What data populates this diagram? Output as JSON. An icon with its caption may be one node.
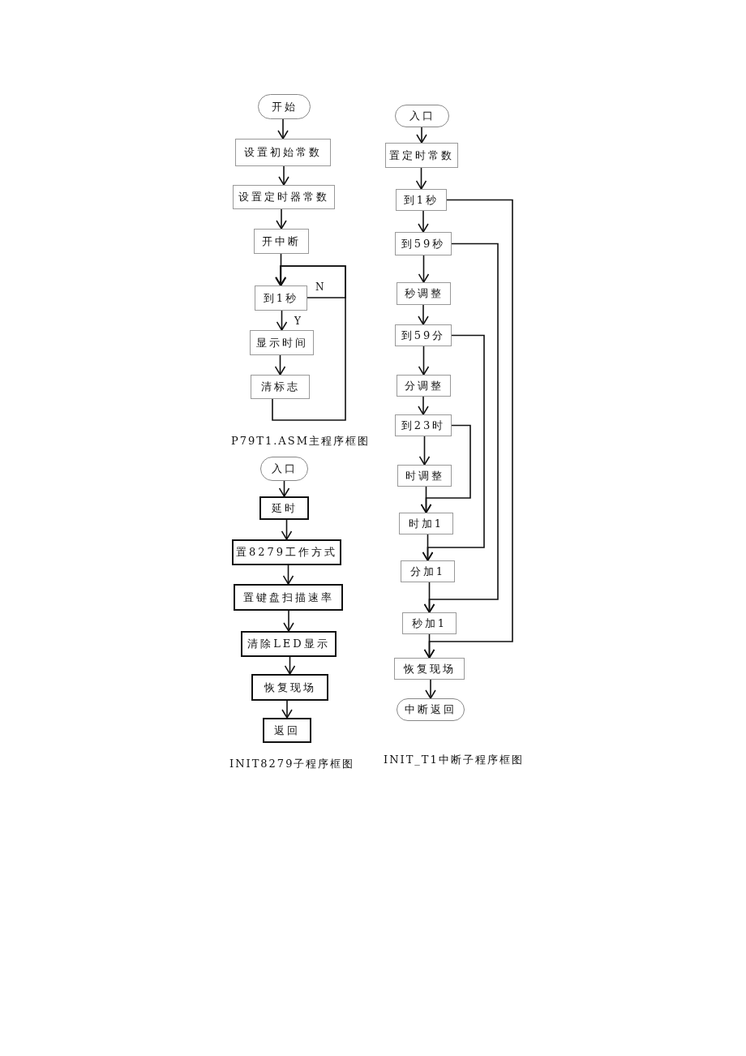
{
  "diagram": {
    "nodes": [
      {
        "text": [
          "开始"
        ]
      },
      {
        "text": [
          "设置初始常数"
        ]
      },
      {
        "text": [
          "设置定时器常数"
        ]
      },
      {
        "text": [
          "开中断"
        ]
      },
      {
        "text": [
          "到1秒"
        ]
      },
      {
        "text": [
          "显示时间"
        ]
      },
      {
        "text": [
          "清标志"
        ]
      },
      {
        "text": [
          "入口"
        ]
      },
      {
        "text": [
          "延时"
        ]
      },
      {
        "text": [
          "置8279工作方式"
        ]
      },
      {
        "text": [
          "置键盘扫描速率"
        ]
      },
      {
        "text": [
          "清除LED显示"
        ]
      },
      {
        "text": [
          "恢复现场"
        ]
      },
      {
        "text": [
          "返回"
        ]
      },
      {
        "text": [
          "入口"
        ]
      },
      {
        "text": [
          "置定时常数"
        ]
      },
      {
        "text": [
          "到1秒"
        ]
      },
      {
        "text": [
          "到59秒"
        ]
      },
      {
        "text": [
          "秒调整"
        ]
      },
      {
        "text": [
          "到59分"
        ]
      },
      {
        "text": [
          "分调整"
        ]
      },
      {
        "text": [
          "到23时"
        ]
      },
      {
        "text": [
          "时调整"
        ]
      },
      {
        "text": [
          "时加1"
        ]
      },
      {
        "text": [
          "分加1"
        ]
      },
      {
        "text": [
          "秒加1"
        ]
      },
      {
        "text": [
          "恢复现场"
        ]
      },
      {
        "text": [
          "中断返回"
        ]
      }
    ],
    "edges": [
      {
        "from": 0,
        "to": 1,
        "arrow": "to"
      },
      {
        "from": 1,
        "to": 2,
        "arrow": "to"
      },
      {
        "from": 2,
        "to": 3,
        "arrow": "to"
      },
      {
        "from": 3,
        "to": 4,
        "arrow": "to"
      },
      {
        "from": 4,
        "to": 5,
        "arrow": "to",
        "label": "Y"
      },
      {
        "from": 5,
        "to": 6,
        "arrow": "to"
      },
      {
        "from": 6,
        "to": 4,
        "arrow": "to"
      },
      {
        "from": 4,
        "to": 4,
        "arrow": "to",
        "label": "N"
      },
      {
        "from": 7,
        "to": 8,
        "arrow": "to"
      },
      {
        "from": 8,
        "to": 9,
        "arrow": "to"
      },
      {
        "from": 9,
        "to": 10,
        "arrow": "to"
      },
      {
        "from": 10,
        "to": 11,
        "arrow": "to"
      },
      {
        "from": 11,
        "to": 12,
        "arrow": "to"
      },
      {
        "from": 12,
        "to": 13,
        "arrow": "to"
      },
      {
        "from": 14,
        "to": 15,
        "arrow": "to"
      },
      {
        "from": 15,
        "to": 16,
        "arrow": "to"
      },
      {
        "from": 16,
        "to": 17,
        "arrow": "to"
      },
      {
        "from": 17,
        "to": 18,
        "arrow": "to"
      },
      {
        "from": 18,
        "to": 19,
        "arrow": "to"
      },
      {
        "from": 19,
        "to": 20,
        "arrow": "to"
      },
      {
        "from": 20,
        "to": 21,
        "arrow": "to"
      },
      {
        "from": 21,
        "to": 22,
        "arrow": "to"
      },
      {
        "from": 22,
        "to": 23,
        "arrow": "to"
      },
      {
        "from": 23,
        "to": 24,
        "arrow": "to"
      },
      {
        "from": 24,
        "to": 25,
        "arrow": "to"
      },
      {
        "from": 25,
        "to": 26,
        "arrow": "to"
      },
      {
        "from": 26,
        "to": 27,
        "arrow": "to"
      },
      {
        "from": 16,
        "to": 26,
        "arrow": "to"
      },
      {
        "from": 17,
        "to": 25,
        "arrow": "to"
      },
      {
        "from": 19,
        "to": 24,
        "arrow": "to"
      },
      {
        "from": 21,
        "to": 23,
        "arrow": "to"
      }
    ],
    "labels": [
      "P79T1.ASM主程序框图",
      "INIT8279子程序框图",
      "INIT_T1中断子程序框图"
    ]
  }
}
